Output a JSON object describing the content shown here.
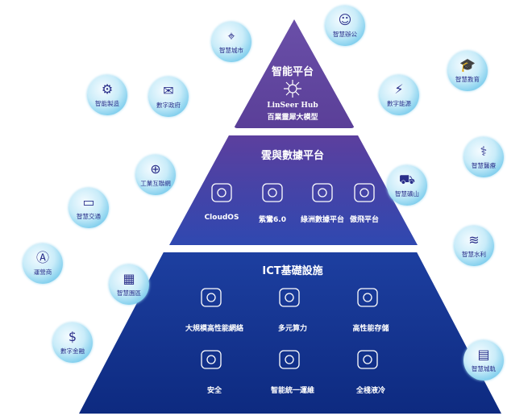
{
  "top": {
    "title": "智能平台",
    "product": "LinSeer Hub",
    "subtitle": "百業靈犀大模型"
  },
  "middle": {
    "title": "雲與數據平台",
    "items": [
      {
        "label": "CloudOS",
        "icon": "cloud-network-icon"
      },
      {
        "label": "紫鸞6.0",
        "icon": "cloud-chip-icon"
      },
      {
        "label": "綠洲數據平台",
        "icon": "data-graph-icon"
      },
      {
        "label": "傲飛平台",
        "icon": "processor-icon"
      }
    ]
  },
  "bottom": {
    "title": "ICT基礎設施",
    "items": [
      {
        "label": "大規模高性能網絡",
        "icon": "globe-network-icon"
      },
      {
        "label": "多元算力",
        "icon": "compute-icon"
      },
      {
        "label": "高性能存儲",
        "icon": "storage-icon"
      },
      {
        "label": "安全",
        "icon": "shield-icon"
      },
      {
        "label": "智能統一運維",
        "icon": "cloud-ops-icon"
      },
      {
        "label": "全棧液冷",
        "icon": "gears-icon"
      }
    ]
  },
  "scenarios": [
    {
      "label": "智慧城市",
      "icon": "map-icon"
    },
    {
      "label": "智慧辦公",
      "icon": "robot-icon"
    },
    {
      "label": "智能製造",
      "icon": "robot-arm-icon"
    },
    {
      "label": "數字政府",
      "icon": "government-icon"
    },
    {
      "label": "數字能源",
      "icon": "energy-icon"
    },
    {
      "label": "智慧教育",
      "icon": "graduation-cap-icon"
    },
    {
      "label": "工業互聯網",
      "icon": "globe-factory-icon"
    },
    {
      "label": "智慧醫療",
      "icon": "stethoscope-icon"
    },
    {
      "label": "智慧礦山",
      "icon": "truck-icon"
    },
    {
      "label": "智慧交通",
      "icon": "bus-icon"
    },
    {
      "label": "智慧水利",
      "icon": "water-icon"
    },
    {
      "label": "運營商",
      "icon": "antenna-icon"
    },
    {
      "label": "智慧園區",
      "icon": "building-icon"
    },
    {
      "label": "數字金融",
      "icon": "money-bag-icon"
    },
    {
      "label": "智慧城軌",
      "icon": "train-icon"
    }
  ]
}
